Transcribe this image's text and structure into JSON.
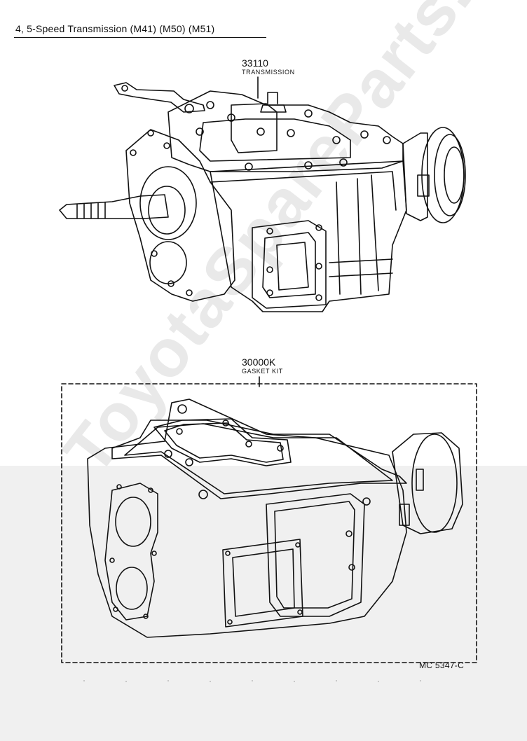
{
  "title": "4, 5-Speed Transmission (M41) (M50) (M51)",
  "parts": [
    {
      "number": "33110",
      "name": "TRANSMISSION"
    },
    {
      "number": "30000K",
      "name": "GASKET KIT"
    }
  ],
  "figure_code": "MC 5347-C",
  "watermark": "ToyotaSpareParts.ru",
  "colors": {
    "line": "#111111",
    "background": "#ffffff",
    "band": "#f0f0f0",
    "watermark": "#e9e9e9"
  }
}
